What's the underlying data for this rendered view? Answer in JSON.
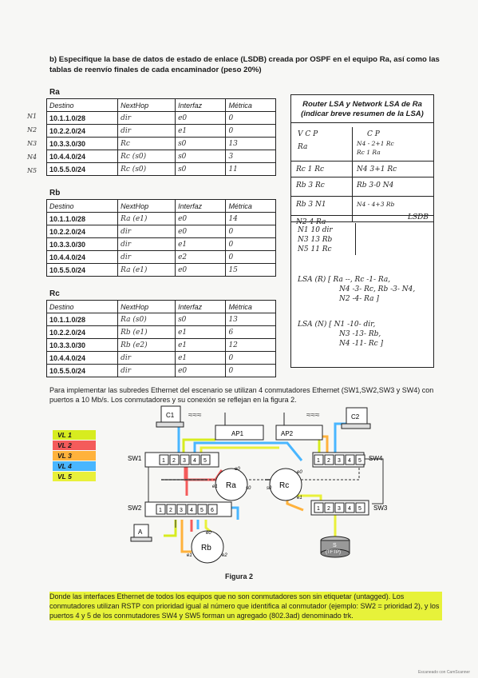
{
  "question": "b) Especifique la base de datos de estado de enlace (LSDB) creada por OSPF en el equipo Ra, así como las tablas de reenvío finales de cada encaminador (peso 20%)",
  "headers": [
    "Destino",
    "NextHop",
    "Interfaz",
    "Métrica"
  ],
  "tables": [
    {
      "name": "Ra",
      "marks": [
        "N1",
        "N2",
        "N3",
        "N4",
        "N5"
      ],
      "rows": [
        [
          "10.1.1.0/28",
          "dir",
          "e0",
          "0"
        ],
        [
          "10.2.2.0/24",
          "dir",
          "e1",
          "0"
        ],
        [
          "10.3.3.0/30",
          "Rc",
          "s0",
          "13"
        ],
        [
          "10.4.4.0/24",
          "Rc (s0)",
          "s0",
          "3"
        ],
        [
          "10.5.5.0/24",
          "Rc (s0)",
          "s0",
          "11"
        ]
      ]
    },
    {
      "name": "Rb",
      "marks": [],
      "rows": [
        [
          "10.1.1.0/28",
          "Ra (e1)",
          "e0",
          "14"
        ],
        [
          "10.2.2.0/24",
          "dir",
          "e0",
          "0"
        ],
        [
          "10.3.3.0/30",
          "dir",
          "e1",
          "0"
        ],
        [
          "10.4.4.0/24",
          "dir",
          "e2",
          "0"
        ],
        [
          "10.5.5.0/24",
          "Ra (e1)",
          "e0",
          "15"
        ]
      ]
    },
    {
      "name": "Rc",
      "marks": [],
      "rows": [
        [
          "10.1.1.0/28",
          "Ra (s0)",
          "s0",
          "13"
        ],
        [
          "10.2.2.0/24",
          "Rb (e1)",
          "e1",
          "6"
        ],
        [
          "10.3.3.0/30",
          "Rb (e2)",
          "e1",
          "12"
        ],
        [
          "10.4.4.0/24",
          "dir",
          "e1",
          "0"
        ],
        [
          "10.5.5.0/24",
          "dir",
          "e0",
          "0"
        ]
      ]
    }
  ],
  "lsa": {
    "title": "Router LSA y Network LSA de Ra (indicar breve resumen de la LSA)",
    "notes": [
      "V  C  P",
      "Ra",
      "C  P",
      "N4  -  2+1  Rc",
      "Rc  1  Ra",
      "Rc  1  Rc",
      "N4  3+1  Rc",
      "Rb  3  Rc",
      "Rb  3-0  N4",
      "Rb  3  N1",
      "N4  -  4+3  Rb",
      "N2  4  Ra",
      "N1  10  dir",
      "N3  13  Rb",
      "N5  11  Rc",
      "LSDB",
      "LSA (R) [ Ra --, Rc -1- Ra,",
      "N4 -3- Rc, Rb -3- N4,",
      "N2 -4- Ra ]",
      "LSA (N) [ N1 -10- dir,",
      "N3 -13- Rb,",
      "N4 -11- Rc ]"
    ]
  },
  "section_text": "Para implementar las subredes Ethernet del escenario se utilizan 4 conmutadores Ethernet (SW1,SW2,SW3 y SW4) con puertos a 10 Mb/s. Los conmutadores y su conexión se reflejan en la figura 2.",
  "legend": [
    {
      "label": "VL 1",
      "color": "#d7ec1f"
    },
    {
      "label": "VL 2",
      "color": "#f45b5b"
    },
    {
      "label": "VL 3",
      "color": "#ffb23c"
    },
    {
      "label": "VL 4",
      "color": "#49b6ff"
    },
    {
      "label": "VL 5",
      "color": "#e9f03a"
    }
  ],
  "diagram": {
    "c1": "C1",
    "c2": "C2",
    "ap1": "AP1",
    "ap2": "AP2",
    "sw1": "SW1",
    "sw2": "SW2",
    "sw3": "SW3",
    "sw4": "SW4",
    "ra": "Ra",
    "rb": "Rb",
    "rc": "Rc",
    "a": "A",
    "s": "S",
    "s_sub": "(TFTP)",
    "e0": "e0",
    "e1": "e1",
    "e2": "e2",
    "s0": "s0",
    "ports": [
      "1",
      "2",
      "3",
      "4",
      "5"
    ],
    "ports6": [
      "1",
      "2",
      "3",
      "4",
      "5",
      "6"
    ]
  },
  "figure": "Figura 2",
  "paragraph_hl": "Donde las interfaces Ethernet de todos los equipos que no son conmutadores son sin etiquetar (untagged). Los conmutadores utilizan RSTP con prioridad igual al número que identifica al conmutador (ejemplo: SW2 = prioridad 2), y los puertos 4 y 5 de los conmutadores SW4 y SW5 forman un agregado (802.3ad) denominado trk.",
  "footer": "Escaneado con CamScanner"
}
